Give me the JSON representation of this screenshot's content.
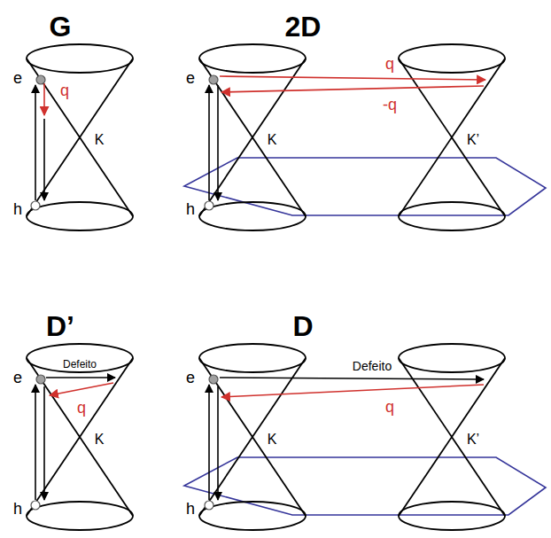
{
  "diagram": {
    "labels": [
      "G",
      "e",
      "q",
      "K",
      "h",
      "2D",
      "e",
      "q",
      "-q",
      "K",
      "K’",
      "h",
      "D’",
      "e",
      "Defeito",
      "q",
      "K",
      "h",
      "D",
      "e",
      "Defeito",
      "q",
      "K",
      "K’",
      "h"
    ]
  }
}
